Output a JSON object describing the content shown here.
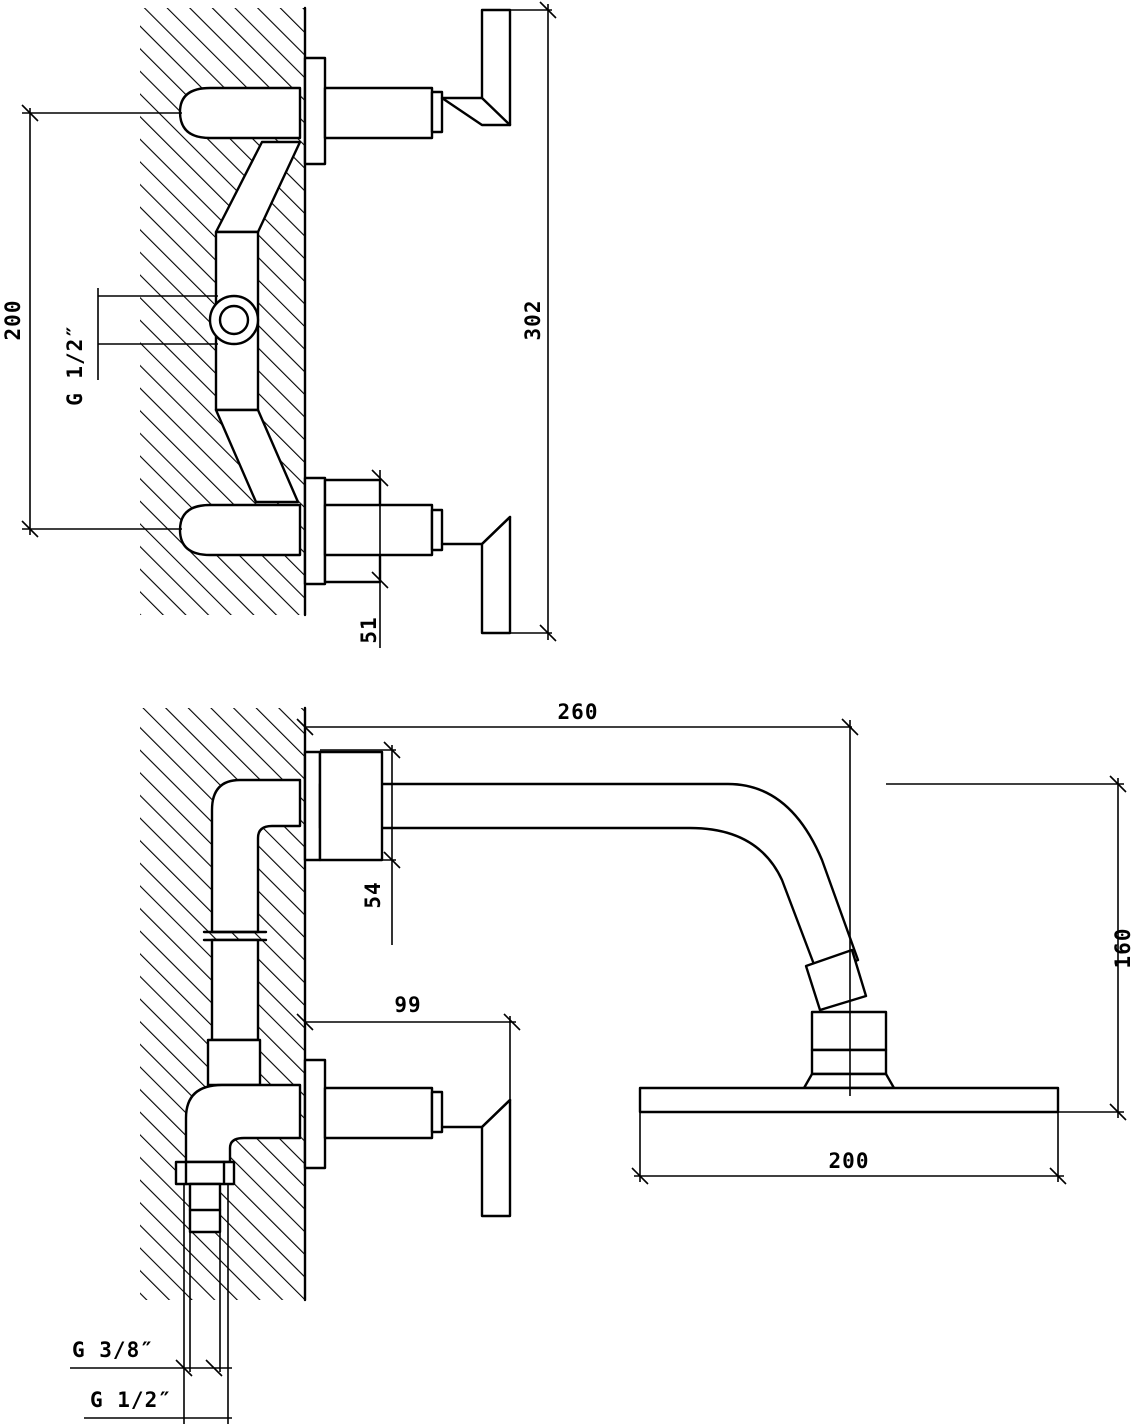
{
  "top_view": {
    "dim_height": "200",
    "dim_total": "302",
    "dim_projection": "51",
    "inlet_thread": "G 1/2″"
  },
  "bottom_view": {
    "dim_arm_length": "260",
    "dim_arm_height": "160",
    "dim_head_width": "200",
    "dim_flange": "54",
    "dim_handle": "99",
    "thread_outer": "G 3/8″",
    "thread_inner": "G 1/2″"
  }
}
